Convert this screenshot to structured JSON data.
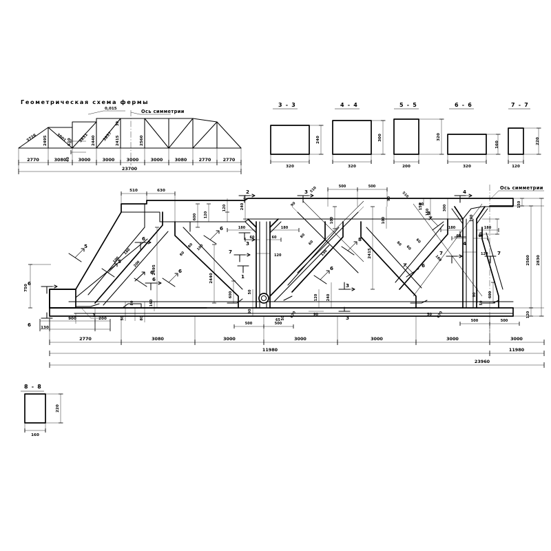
{
  "drawing": {
    "title": "Геометрическая схема фермы",
    "symmetry_label": "Ось симметрии",
    "slope_label": "0,015"
  },
  "scheme": {
    "panel_dims": [
      "2770",
      "3080",
      "3000",
      "3000",
      "3000",
      "3000",
      "3080",
      "2770"
    ],
    "overall": "23700",
    "diagonals": [
      "3728",
      "3801",
      "3851",
      "3857"
    ],
    "verticals": [
      "2495",
      "2440",
      "2415",
      "2560"
    ],
    "small_notes": [
      "610",
      "40",
      "30"
    ]
  },
  "sections": [
    {
      "name": "3 - 3",
      "width": "320",
      "height": "240"
    },
    {
      "name": "4 - 4",
      "width": "320",
      "height": "300"
    },
    {
      "name": "5 - 5",
      "width": "200",
      "height": "320"
    },
    {
      "name": "6 - 6",
      "width": "320",
      "height": "160"
    },
    {
      "name": "7 - 7",
      "width": "120",
      "height": "220"
    },
    {
      "name": "8 - 8",
      "width": "160",
      "height": "220"
    }
  ],
  "main": {
    "symmetry_label": "Ось симметрии",
    "bottom_chain": [
      "2770",
      "3080",
      "3000",
      "3000",
      "3000",
      "3000"
    ],
    "half_span_left": "11980",
    "half_span_right": "11980",
    "total_span": "23960",
    "right_heights": [
      "150",
      "2560",
      "2830",
      "120"
    ],
    "left_height": "750",
    "left_base": [
      "130",
      "900",
      "200",
      "2770"
    ],
    "top_left_dims": [
      "510",
      "630",
      "120",
      "240"
    ],
    "top_center_dims": [
      "500",
      "500",
      "510",
      "510",
      "90",
      "90",
      "90"
    ],
    "node_dims": [
      "100",
      "100",
      "60",
      "60",
      "120",
      "90",
      "90",
      "50",
      "180",
      "180",
      "150",
      "150",
      "300",
      "600",
      "600",
      "60",
      "80",
      "80",
      "160",
      "100",
      "100",
      "200",
      "670",
      "670",
      "65",
      "2415",
      "2495",
      "2440",
      "500",
      "500",
      "50",
      "40",
      "60",
      "120",
      "240",
      "220"
    ],
    "marks": [
      "1",
      "2",
      "3",
      "3",
      "3",
      "3",
      "4",
      "4",
      "5",
      "5",
      "6",
      "6",
      "6",
      "6",
      "7",
      "7",
      "7",
      "8",
      "8"
    ]
  }
}
